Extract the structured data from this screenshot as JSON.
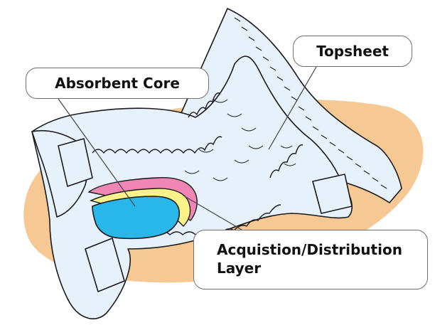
{
  "labels": {
    "absorbent_core": "Absorbent Core",
    "topsheet": "Topsheet",
    "acquisition_line1": "Acquistion/Distribution",
    "acquisition_line2": "Layer"
  },
  "colors": {
    "background_blob": "#f6c994",
    "diaper_fill": "#e6f1fb",
    "outline": "#1a1a1a",
    "absorbent_core": "#29b6e8",
    "acquisition_layer_yellow": "#fbf28a",
    "acquisition_layer_pink": "#ef86b4",
    "callout_border": "#6f6f6f",
    "leader_line": "#444444"
  },
  "icons": [
    "diaper-illustration"
  ]
}
